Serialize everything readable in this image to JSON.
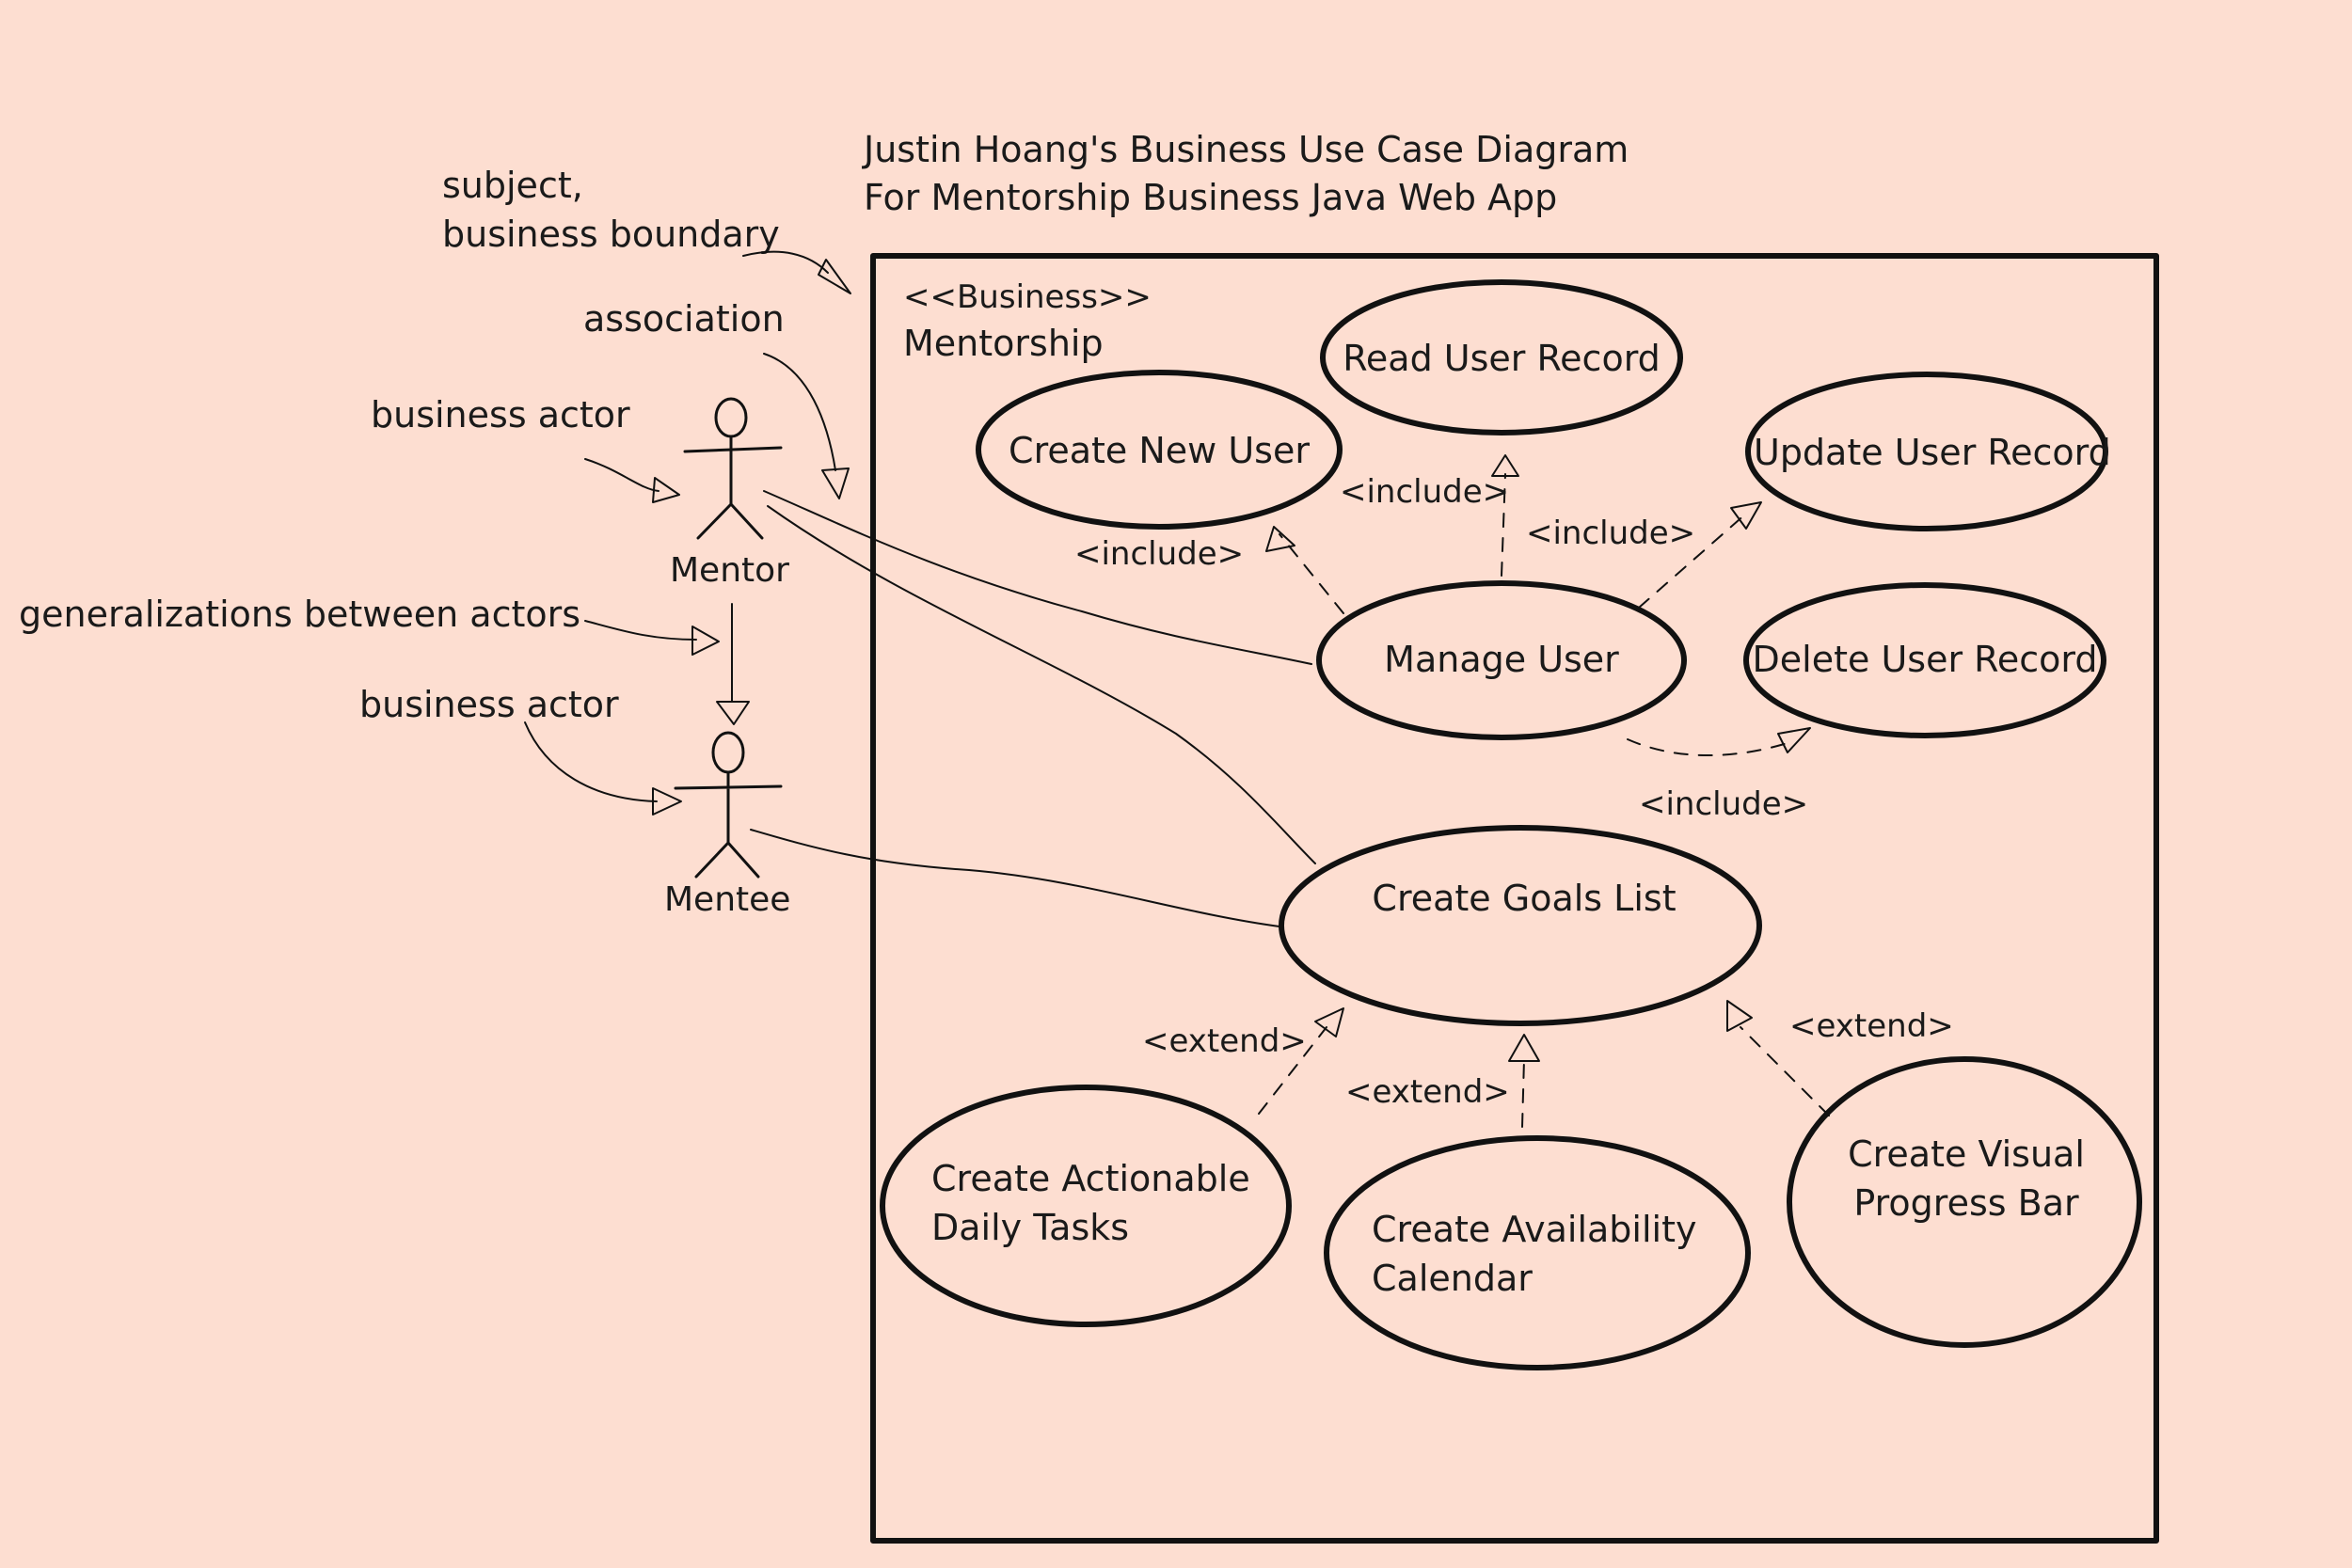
{
  "title": {
    "line1": "Justin Hoang's Business Use Case Diagram",
    "line2": "For Mentorship Business Java Web App"
  },
  "boundary": {
    "stereotype": "<<Business>>",
    "name": "Mentorship"
  },
  "annotations": {
    "subject_line1": "subject,",
    "subject_line2": "business boundary",
    "association": "association",
    "business_actor_top": "business actor",
    "generalizations": "generalizations between actors",
    "business_actor_bottom": "business actor"
  },
  "actors": {
    "mentor": "Mentor",
    "mentee": "Mentee"
  },
  "use_cases": {
    "read_user_record": "Read User Record",
    "create_new_user": "Create New User",
    "update_user_record": "Update User Record",
    "manage_user": "Manage User",
    "delete_user_record": "Delete User Record",
    "create_goals_list": "Create Goals List",
    "create_actionable_daily_tasks_line1": "Create Actionable",
    "create_actionable_daily_tasks_line2": "Daily Tasks",
    "create_availability_calendar_line1": "Create Availability",
    "create_availability_calendar_line2": "Calendar",
    "create_visual_progress_bar_line1": "Create Visual",
    "create_visual_progress_bar_line2": "Progress Bar"
  },
  "relations": {
    "include_create_new_user": "<include>",
    "include_read_user_record": "<include>",
    "include_update_user_record": "<include>",
    "include_delete_user_record": "<include>",
    "extend_daily_tasks": "<extend>",
    "extend_availability_calendar": "<extend>",
    "extend_progress_bar": "<extend>"
  }
}
